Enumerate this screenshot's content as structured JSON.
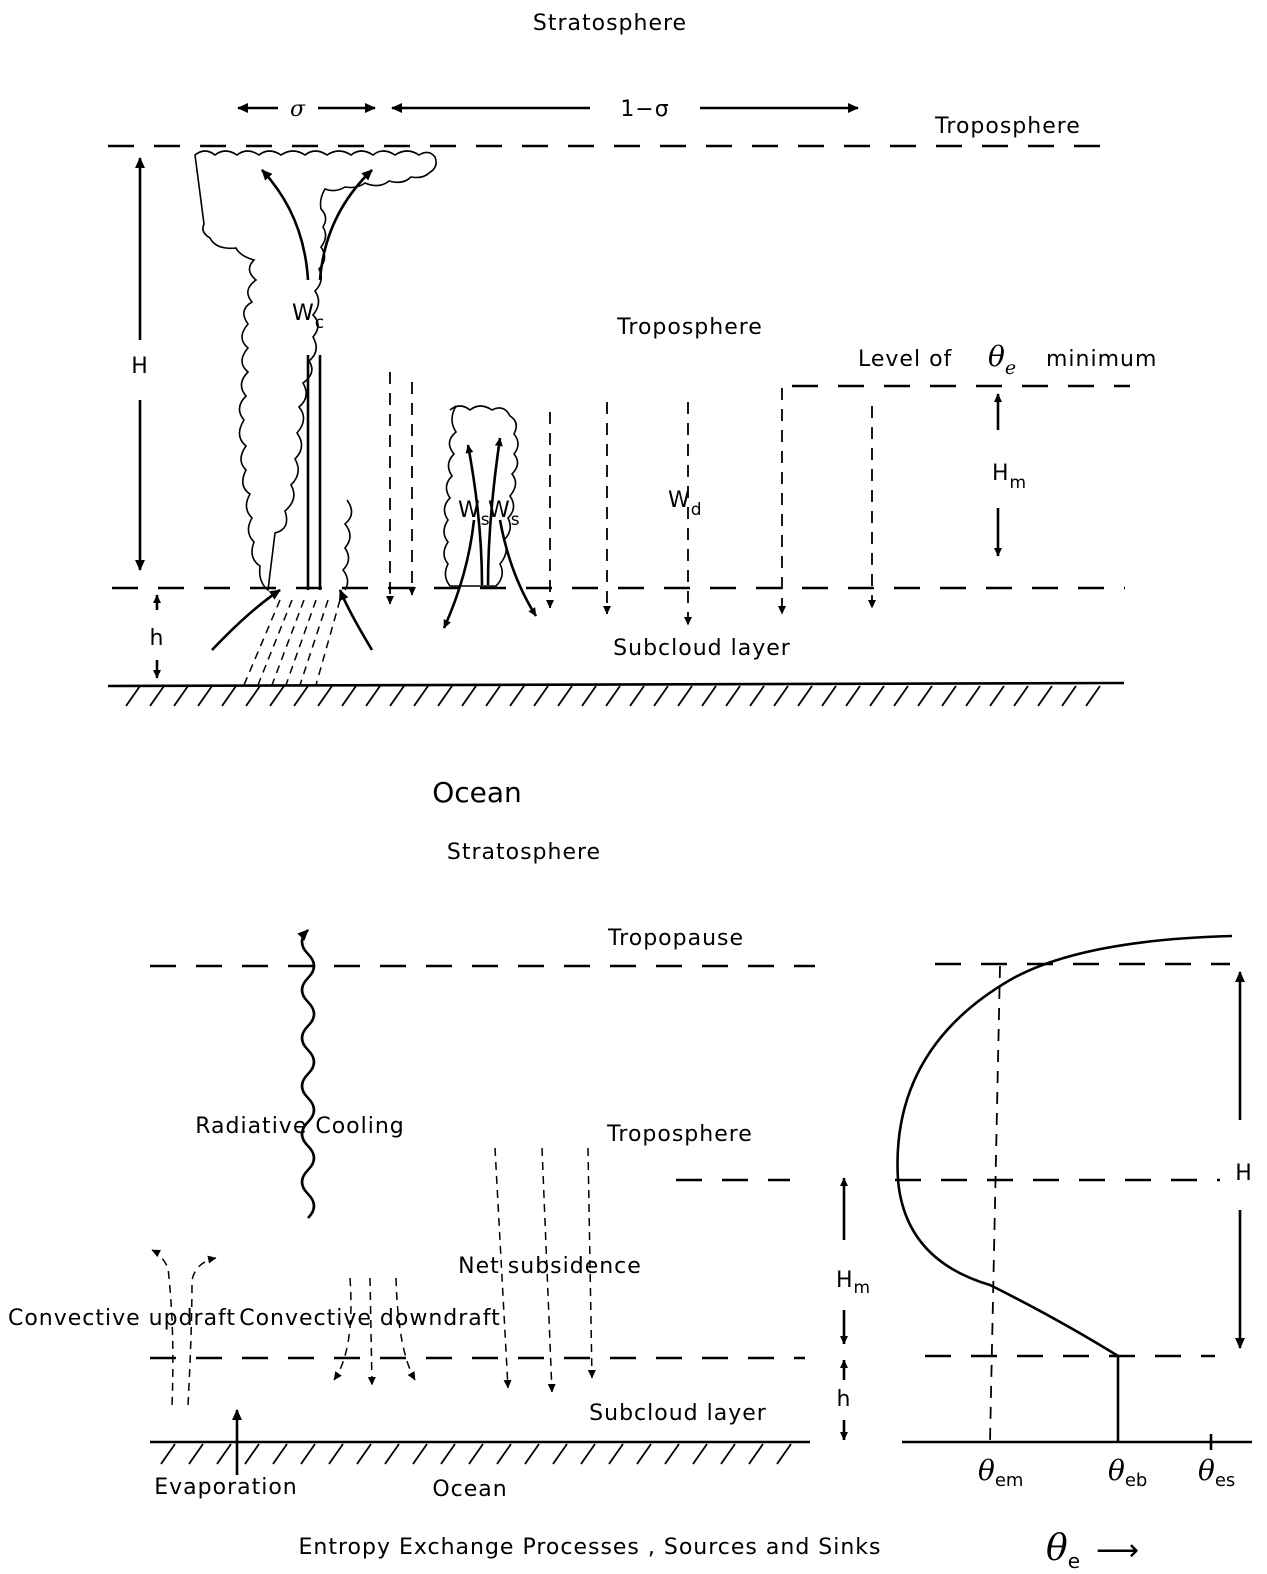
{
  "top_diagram": {
    "stratosphere": "Stratosphere",
    "sigma": "σ",
    "one_minus_sigma": "1−σ",
    "troposphere_top": "Troposphere",
    "troposphere_mid": "Troposphere",
    "level_prefix": "Level of",
    "theta_e": "θ",
    "theta_e_sub": "e",
    "level_suffix": "minimum",
    "H": "H",
    "h": "h",
    "Wc": "W",
    "Wc_sub": "c",
    "Ws1": "W",
    "Ws1_sub": "s",
    "Ws2": "W",
    "Ws2_sub": "s",
    "Wd": "W",
    "Wd_sub": "d",
    "Hm": "H",
    "Hm_sub": "m",
    "subcloud": "Subcloud layer",
    "ocean": "Ocean"
  },
  "bottom_diagram": {
    "stratosphere": "Stratosphere",
    "tropopause": "Tropopause",
    "radiative_cooling": "Radiative  Cooling",
    "troposphere": "Troposphere",
    "net_subsidence": "Net   subsidence",
    "convective_updraft": "Convective  updraft",
    "convective_downdraft": "Convective  downdraft",
    "subcloud": "Subcloud layer",
    "evaporation": "Evaporation",
    "ocean": "Ocean",
    "caption": "Entropy    Exchange   Processes , Sources  and Sinks",
    "Hm": "H",
    "Hm_sub": "m",
    "h": "h"
  },
  "profile": {
    "H": "H",
    "theta": "θ",
    "theta_em_sub": "em",
    "theta_eb_sub": "eb",
    "theta_es_sub": "es",
    "axis_theta": "θ",
    "axis_sub": "e",
    "arrow": "⟶"
  }
}
